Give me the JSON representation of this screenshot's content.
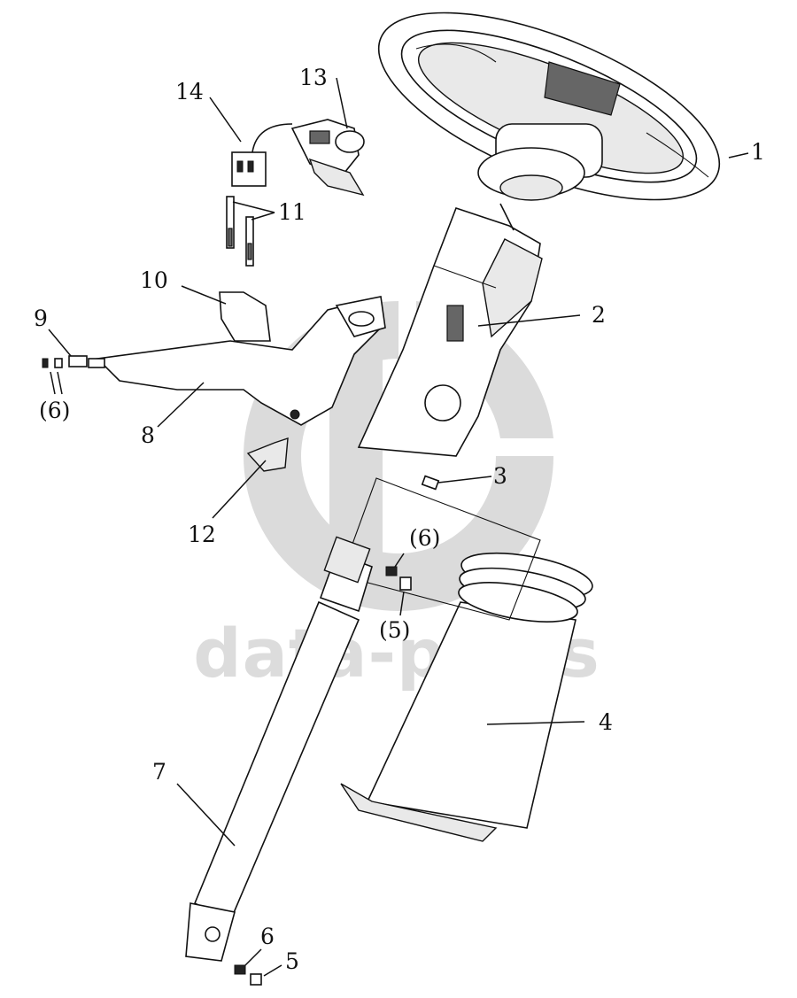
{
  "watermark": {
    "text": "data-parts"
  },
  "labels": {
    "p1": "1",
    "p2": "2",
    "p3": "3",
    "p4": "4",
    "p5": "5",
    "p6": "6",
    "p7": "7",
    "p8": "8",
    "p9": "9",
    "p10": "10",
    "p11": "11",
    "p12": "12",
    "p13": "13",
    "p14": "14",
    "p6_paren_left": "(6)",
    "p6_paren_mid": "(6)",
    "p5_paren_mid": "(5)"
  }
}
